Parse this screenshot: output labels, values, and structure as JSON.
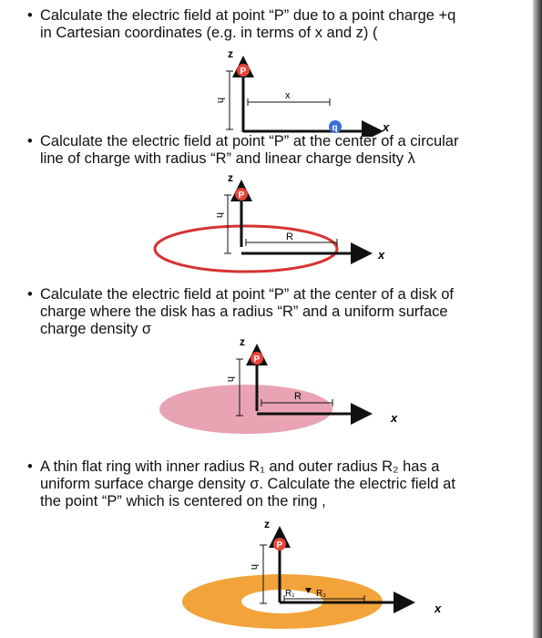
{
  "questions": [
    {
      "bullet": "•",
      "lines": [
        "Calculate the electric field at point “P” due to a point charge +q",
        "in Cartesian coordinates (e.g. in terms of x and z) ("
      ],
      "fig": {
        "z": "z",
        "p": "P",
        "h": "h",
        "x_dist": "x",
        "x_axis": "x",
        "q": "q"
      }
    },
    {
      "bullet": "•",
      "lines": [
        "Calculate the electric field at point “P” at the center of a circular",
        "line of charge with radius “R” and linear charge density λ"
      ],
      "fig": {
        "z": "z",
        "p": "P",
        "h": "h",
        "r": "R",
        "x_axis": "x"
      }
    },
    {
      "bullet": "•",
      "lines": [
        "Calculate the electric field at point “P” at the center of a disk of",
        "charge where the disk has a radius “R” and a uniform surface",
        "charge density σ"
      ],
      "fig": {
        "z": "z",
        "p": "P",
        "h": "h",
        "r": "R",
        "x_axis": "x"
      }
    },
    {
      "bullet": "•",
      "lines": [
        "A thin flat ring with inner radius R₁ and outer radius R₂ has a",
        "uniform surface charge density σ. Calculate the electric field at",
        "the point “P” which is centered on the ring ,"
      ],
      "fig": {
        "z": "z",
        "p": "P",
        "h": "h",
        "r1": "R₁",
        "r2": "R₂",
        "x_axis": "x"
      }
    }
  ],
  "colors": {
    "point_p": "#e8443a",
    "charge_q": "#3d6fd6",
    "circle_line": "#d63333",
    "disk": "#e8a4b3",
    "ring": "#f2a33a"
  }
}
